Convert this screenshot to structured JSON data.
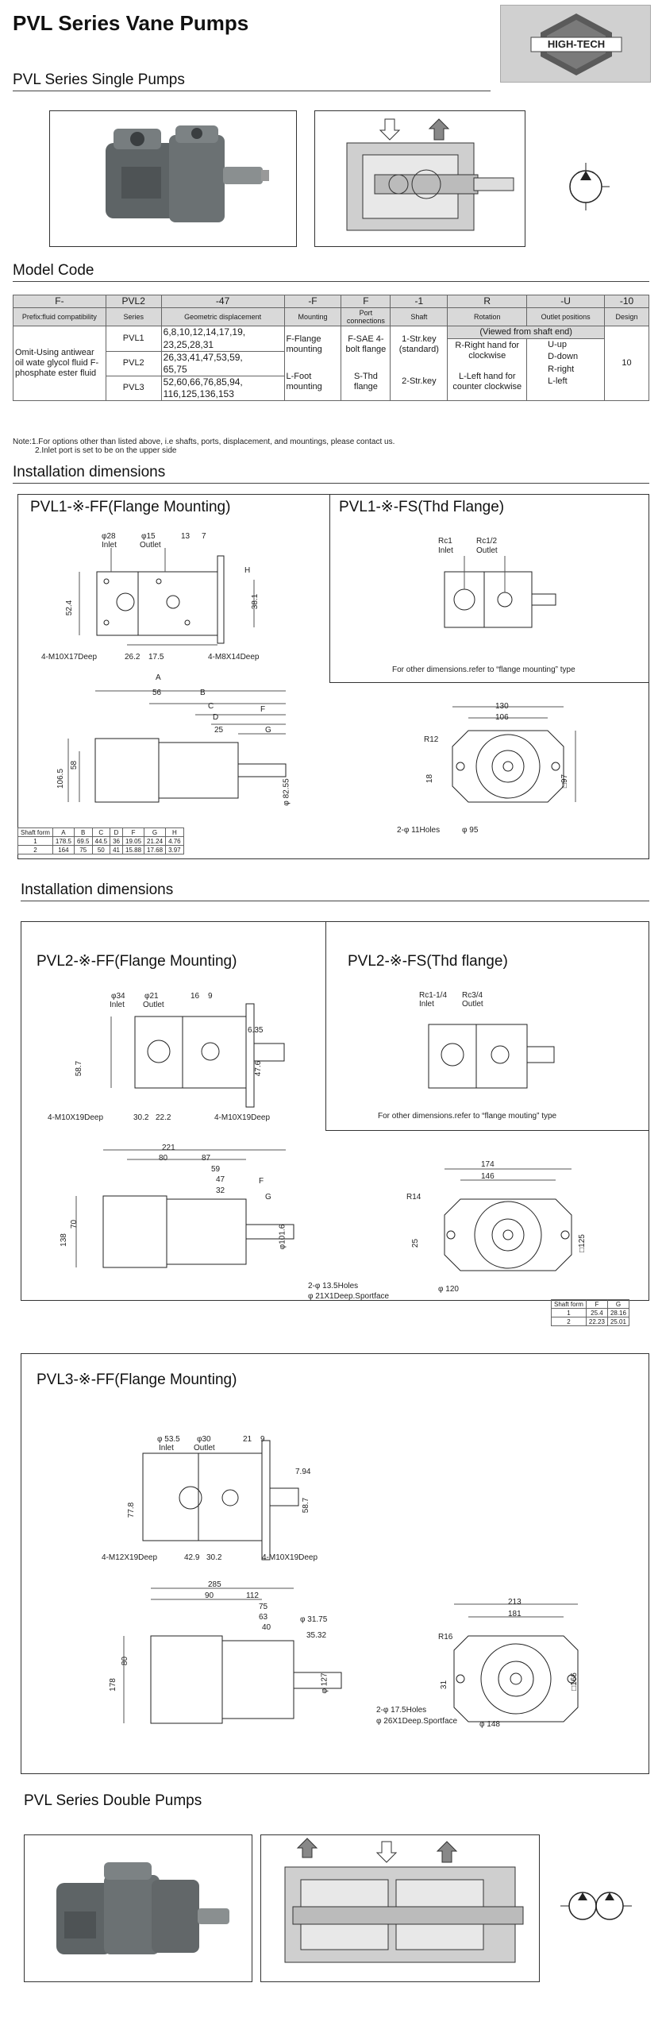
{
  "header": {
    "title": "PVL Series Vane Pumps",
    "logo_text": "HIGH-TECH"
  },
  "single": {
    "heading": "PVL Series Single Pumps"
  },
  "model_code": {
    "heading": "Model Code",
    "row1": [
      "F-",
      "PVL2",
      "-47",
      "-F",
      "F",
      "-1",
      "R",
      "-U",
      "-10"
    ],
    "row2": [
      "Prefix:fluid compatibility",
      "Series",
      "Geometric displacement",
      "Mounting",
      "Port connections",
      "Shaft",
      "Rotation",
      "Outlet positions",
      "Design"
    ],
    "fluid": "Omit-Using antiwear oil wate glycol fluid F-phosphate ester fluid",
    "series": [
      "PVL1",
      "PVL2",
      "PVL3"
    ],
    "disp": [
      "6,8,10,12,14,17,19,",
      "23,25,28,31",
      "26,33,41,47,53,59,",
      "65,75",
      "52,60,66,76,85,94,",
      "116,125,136,153"
    ],
    "mount": [
      "F-Flange mounting",
      "L-Foot mounting"
    ],
    "port": [
      "F-SAE 4-bolt flange",
      "S-Thd flange"
    ],
    "shaft": [
      "1-Str.key (standard)",
      "2-Str.key"
    ],
    "viewed": "(Viewed from shaft end)",
    "rot": [
      "R-Right hand for clockwise",
      "L-Left hand for counter clockwise"
    ],
    "outlet": [
      "U-up",
      "D-down",
      "R-right",
      "L-left"
    ],
    "design": "10",
    "note1": "Note:1.For options other than listed above, i.e shafts, ports, displacement, and mountings, please contact us.",
    "note2": "2.Inlet port is set to be on the upper side"
  },
  "install1": {
    "heading": "Installation dimensions",
    "ff_title": "PVL1-※-FF(Flange Mounting)",
    "fs_title": "PVL1-※-FS(Thd Flange)",
    "d28": "φ28",
    "inlet": "Inlet",
    "d15": "φ15",
    "outlet": "Outlet",
    "d13": "13",
    "d7": "7",
    "dH": "H",
    "d524": "52.4",
    "d381": "38.1",
    "bolt1": "4-M10X17Deep",
    "d262": "26.2",
    "d175": "17.5",
    "bolt2": "4-M8X14Deep",
    "rc1": "Rc1",
    "rc12": "Rc1/2",
    "fs_note": "For other dimensions.refer to “flange mounting” type",
    "dA": "A",
    "d56": "56",
    "dB": "B",
    "dC": "C",
    "dD": "D",
    "dF": "F",
    "dG": "G",
    "d25": "25",
    "d1065": "106.5",
    "d58": "58",
    "d8255": "φ 82.55",
    "d130": "130",
    "d106": "106",
    "r12": "R12",
    "d18": "18",
    "sq97": "□97",
    "holes": "2-φ 11Holes",
    "d95": "φ 95",
    "shaft_table": {
      "headers": [
        "Shaft form",
        "A",
        "B",
        "C",
        "D",
        "F",
        "G",
        "H"
      ],
      "rows": [
        [
          "1",
          "178.5",
          "69.5",
          "44.5",
          "36",
          "19.05",
          "21.24",
          "4.76"
        ],
        [
          "2",
          "164",
          "75",
          "50",
          "41",
          "15.88",
          "17.68",
          "3.97"
        ]
      ]
    }
  },
  "install2": {
    "heading": "Installation dimensions",
    "ff_title": "PVL2-※-FF(Flange Mounting)",
    "fs_title": "PVL2-※-FS(Thd flange)",
    "d34": "φ34",
    "inlet": "Inlet",
    "d21": "φ21",
    "outlet": "Outlet",
    "d16": "16",
    "d9": "9",
    "d635": "6.35",
    "d587": "58.7",
    "d476": "47.6",
    "bolt1": "4-M10X19Deep",
    "d302": "30.2",
    "d222": "22.2",
    "bolt2": "4-M10X19Deep",
    "rc114": "Rc1-1/4",
    "rc34": "Rc3/4",
    "fs_note": "For other dimensions.refer to “flange mouting” type",
    "d221": "221",
    "d80": "80",
    "d87": "87",
    "d59": "59",
    "d47": "47",
    "d32": "32",
    "dF": "F",
    "dG": "G",
    "d138": "138",
    "d70": "70",
    "d1016": "φ101.6",
    "d174": "174",
    "d146": "146",
    "r14": "R14",
    "d25": "25",
    "sq125": "□125",
    "holes": "2-φ 13.5Holes",
    "port": "φ 21X1Deep.Sportface",
    "d120": "φ 120",
    "shaft_table": {
      "headers": [
        "Shaft form",
        "F",
        "G"
      ],
      "rows": [
        [
          "1",
          "25.4",
          "28.16"
        ],
        [
          "2",
          "22.23",
          "25.01"
        ]
      ]
    }
  },
  "install3": {
    "ff_title": "PVL3-※-FF(Flange Mounting)",
    "d535": "φ 53.5",
    "inlet": "Inlet",
    "d30": "φ30",
    "outlet": "Outlet",
    "d21": "21",
    "d9": "9",
    "d794": "7.94",
    "d778": "77.8",
    "d587": "58.7",
    "bolt1": "4-M12X19Deep",
    "d429": "42.9",
    "d302": "30.2",
    "bolt2": "4-M10X19Deep",
    "d285": "285",
    "d90": "90",
    "d112": "112",
    "d75": "75",
    "d63": "63",
    "d40": "40",
    "d3175": "φ 31.75",
    "d3532": "35.32",
    "d178": "178",
    "d80": "80",
    "d127": "φ 127",
    "d213": "213",
    "d181": "181",
    "r16": "R16",
    "d31": "31",
    "sq166": "□166",
    "holes": "2-φ 17.5Holes",
    "port": "φ 26X1Deep.Sportface",
    "d148": "φ 148"
  },
  "double": {
    "heading": "PVL Series Double Pumps"
  }
}
